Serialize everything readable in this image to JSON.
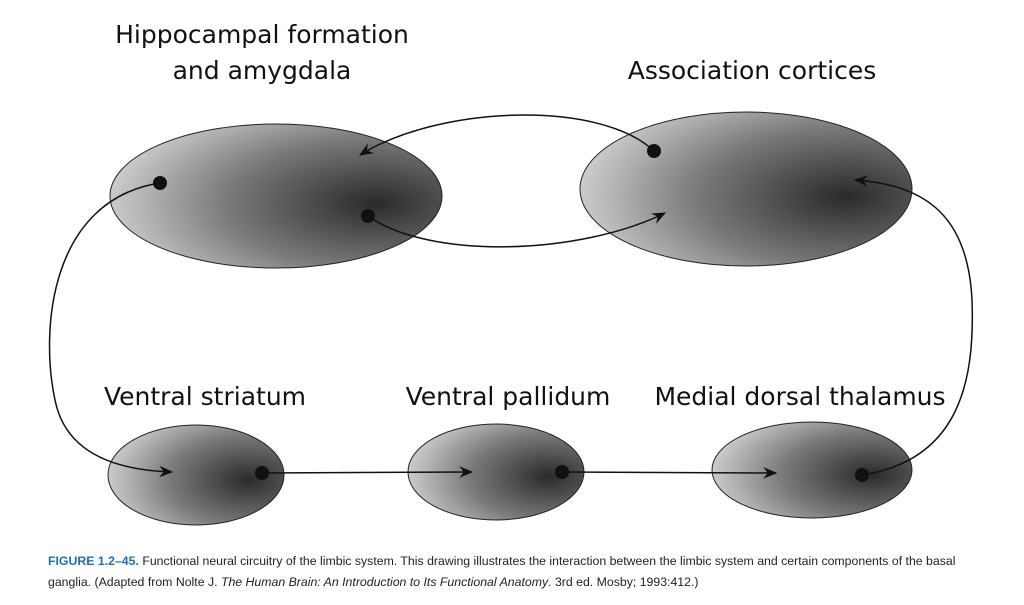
{
  "labels": {
    "hippocampal_line1": "Hippocampal formation",
    "hippocampal_line2": "and amygdala",
    "association": "Association cortices",
    "ventral_striatum": "Ventral striatum",
    "ventral_pallidum": "Ventral pallidum",
    "medial_dorsal_thalamus": "Medial dorsal thalamus"
  },
  "caption": {
    "figure_label": "FIGURE 1.2–45.",
    "text1": " Functional neural circuitry of the limbic system. This drawing illustrates the interaction between the limbic system and certain components of the basal ganglia. (Adapted from Nolte J. ",
    "book_title": "The Human Brain: An Introduction to Its Functional Anatomy",
    "text2": ". 3rd ed. Mosby; 1993:412.)"
  },
  "colors": {
    "caption_label": "#1f6fb8"
  }
}
